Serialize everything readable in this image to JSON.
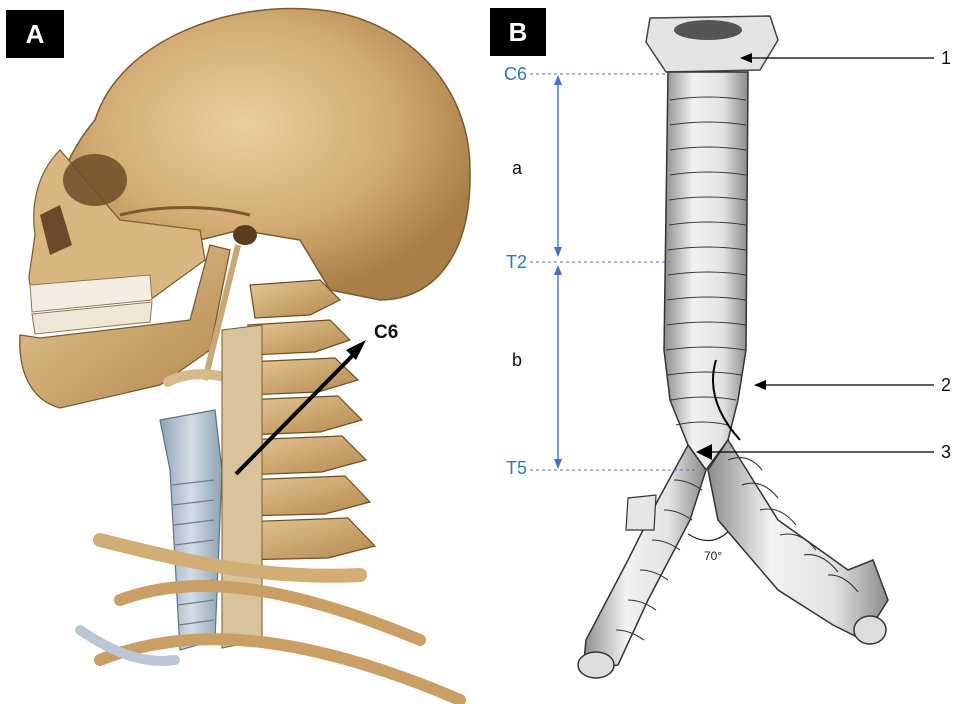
{
  "panels": {
    "a": {
      "label": "A",
      "arrow_label": "C6"
    },
    "b": {
      "label": "B",
      "levels": [
        "C6",
        "T2",
        "T5"
      ],
      "segments": [
        "a",
        "b"
      ],
      "callouts": [
        "1",
        "2",
        "3"
      ],
      "angle": "70°"
    }
  },
  "colors": {
    "level_text": "#2f79b8",
    "measure_line": "#4472c4",
    "bone": "#d8b27c",
    "cartilage": "#b9c7d4"
  }
}
